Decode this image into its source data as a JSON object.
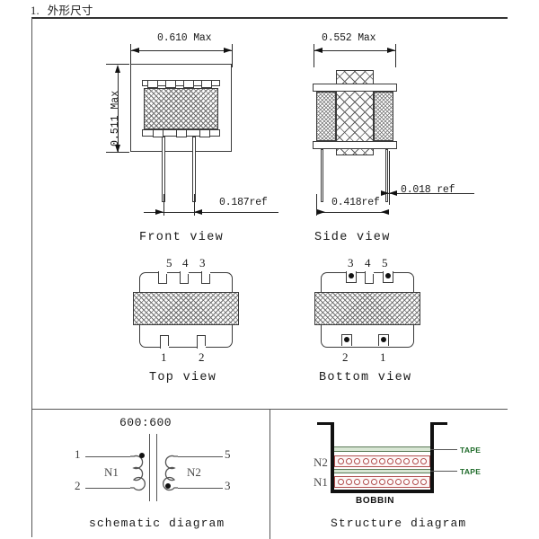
{
  "header": {
    "number": "1.",
    "title": "外形尺寸"
  },
  "views": {
    "front": {
      "name": "Front view",
      "dim_width": "0.610 Max",
      "dim_height": "0.511 Max",
      "dim_pin_pitch": "0.187ref"
    },
    "side": {
      "name": "Side view",
      "dim_width": "0.552 Max",
      "dim_pin_span": "0.418ref",
      "dim_pin_thickness": "0.018 ref"
    },
    "top": {
      "name": "Top view",
      "pins_top": [
        "5",
        "4",
        "3"
      ],
      "pins_bottom": [
        "1",
        "2"
      ]
    },
    "bottom": {
      "name": "Bottom view",
      "pins_top": [
        "3",
        "4",
        "5"
      ],
      "pins_bottom": [
        "2",
        "1"
      ]
    }
  },
  "schematic": {
    "name": "schematic diagram",
    "ratio": "600:600",
    "primary_label": "N1",
    "secondary_label": "N2",
    "pin_primary_top": "1",
    "pin_primary_bottom": "2",
    "pin_secondary_top": "5",
    "pin_secondary_bottom": "3"
  },
  "structure": {
    "name": "Structure diagram",
    "bobbin_label": "BOBBIN",
    "layers": [
      {
        "label": "N2",
        "tape_label": "TAPE",
        "turns": 11
      },
      {
        "label": "N1",
        "tape_label": "TAPE",
        "turns": 11
      }
    ],
    "top_tape_label": "TAPE",
    "colors": {
      "tape_fill": "#d8e6d4",
      "tape_text": "#1f6b2a",
      "winding": "#b04a4a"
    }
  }
}
